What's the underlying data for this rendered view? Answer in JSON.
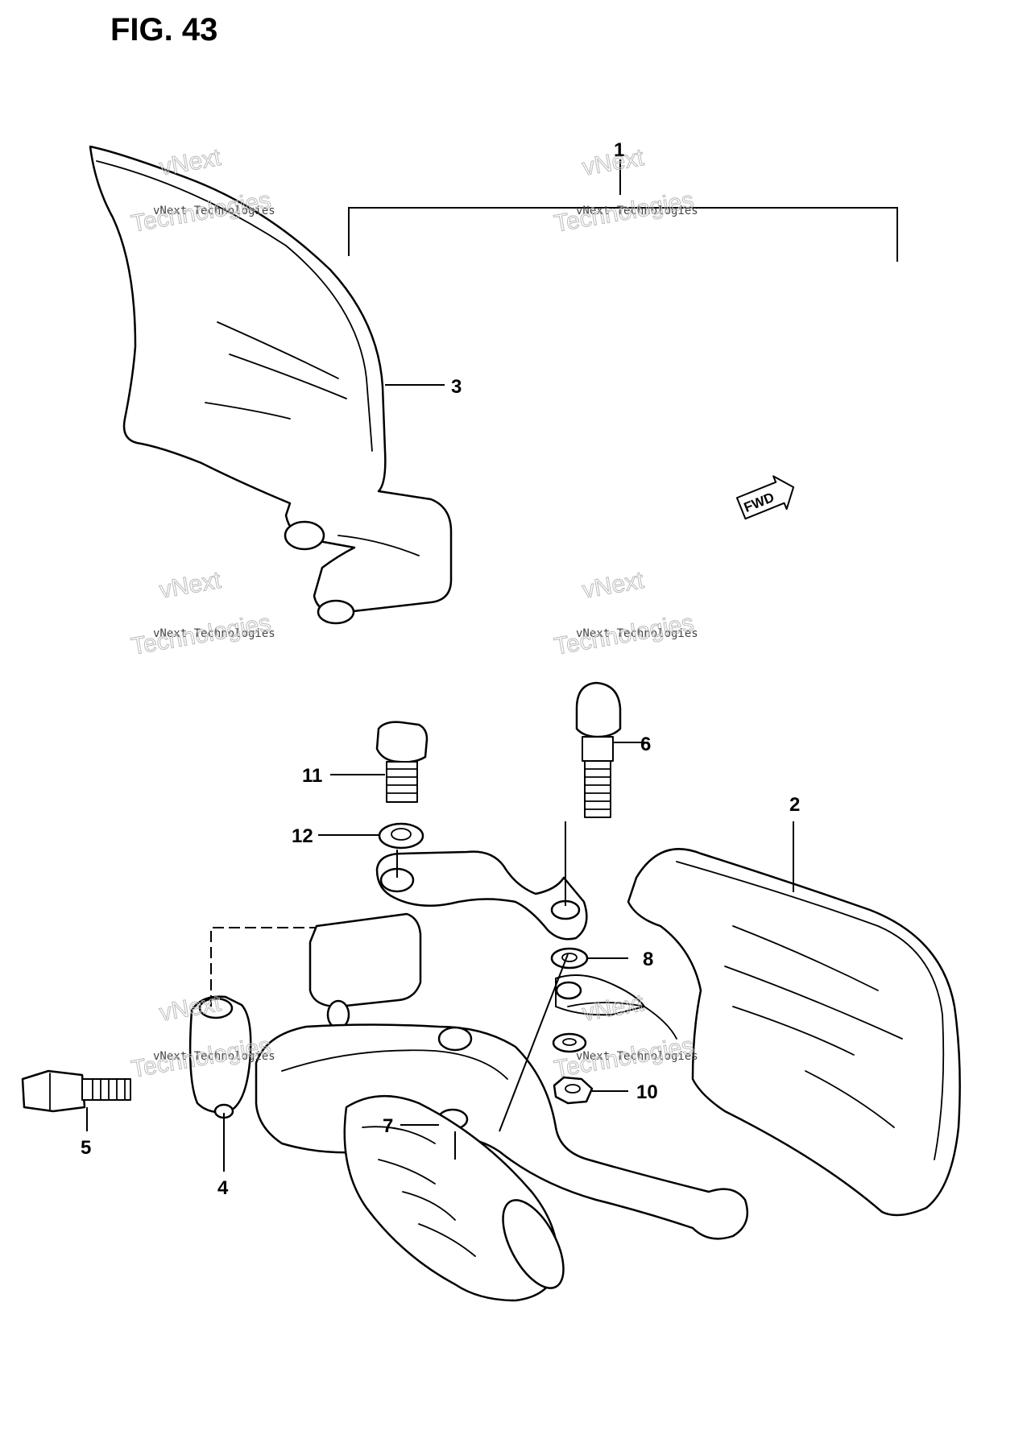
{
  "figure": {
    "title": "FIG. 43"
  },
  "callouts": {
    "c1": "1",
    "c2": "2",
    "c3": "3",
    "c4": "4",
    "c5": "5",
    "c6": "6",
    "c7": "7",
    "c8": "8",
    "c10": "10",
    "c11": "11",
    "c12": "12"
  },
  "fwd_marker": {
    "label": "FWD"
  },
  "watermark": {
    "line1": "vNext Technologies",
    "line2": "vNext",
    "line3": "Technologies"
  }
}
